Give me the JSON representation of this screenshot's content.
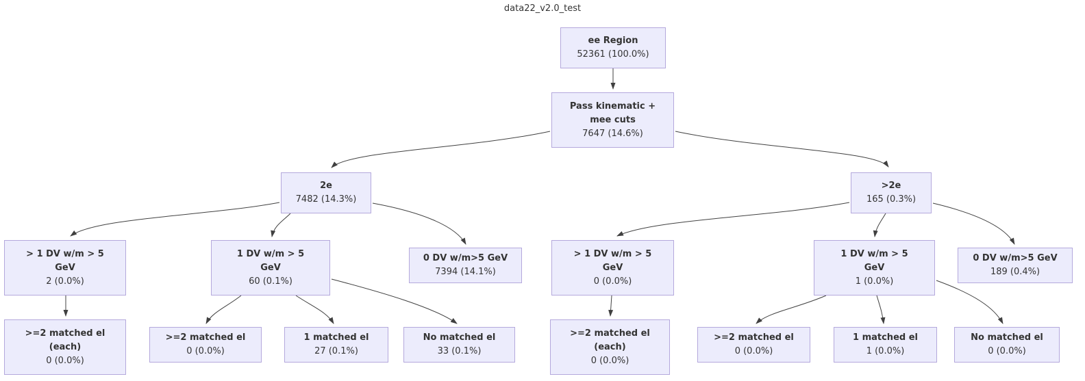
{
  "title": "data22_v2.0_test",
  "colors": {
    "background": "#ffffff",
    "node_fill": "#ececfc",
    "node_border": "#b4a8dc",
    "edge": "#404040",
    "text": "#333333"
  },
  "nodes": [
    {
      "id": "ee-region",
      "label": "ee Region",
      "count": "52361 (100.0%)"
    },
    {
      "id": "pass-kinematic",
      "label": "Pass kinematic +\nmee cuts",
      "count": "7647 (14.6%)"
    },
    {
      "id": "2e",
      "label": "2e",
      "count": "7482 (14.3%)"
    },
    {
      "id": "gt-2e",
      "label": ">2e",
      "count": "165 (0.3%)"
    },
    {
      "id": "l-gt1-dv",
      "label": "> 1 DV w/m > 5\nGeV",
      "count": "2 (0.0%)"
    },
    {
      "id": "l-1-dv",
      "label": "1 DV w/m > 5\nGeV",
      "count": "60 (0.1%)"
    },
    {
      "id": "l-0-dv",
      "label": "0 DV w/m>5 GeV",
      "count": "7394 (14.1%)"
    },
    {
      "id": "r-gt1-dv",
      "label": "> 1 DV w/m > 5\nGeV",
      "count": "0 (0.0%)"
    },
    {
      "id": "r-1-dv",
      "label": "1 DV w/m > 5\nGeV",
      "count": "1 (0.0%)"
    },
    {
      "id": "r-0-dv",
      "label": "0 DV w/m>5 GeV",
      "count": "189 (0.4%)"
    },
    {
      "id": "l-ge2-matched-each",
      "label": ">=2 matched el\n(each)",
      "count": "0 (0.0%)"
    },
    {
      "id": "l-ge2-matched",
      "label": ">=2 matched el",
      "count": "0 (0.0%)"
    },
    {
      "id": "l-1-matched",
      "label": "1 matched el",
      "count": "27 (0.1%)"
    },
    {
      "id": "l-no-matched",
      "label": "No matched el",
      "count": "33 (0.1%)"
    },
    {
      "id": "r-ge2-matched-each",
      "label": ">=2 matched el\n(each)",
      "count": "0 (0.0%)"
    },
    {
      "id": "r-ge2-matched",
      "label": ">=2 matched el",
      "count": "0 (0.0%)"
    },
    {
      "id": "r-1-matched",
      "label": "1 matched el",
      "count": "1 (0.0%)"
    },
    {
      "id": "r-no-matched",
      "label": "No matched el",
      "count": "0 (0.0%)"
    }
  ],
  "edges": [
    {
      "from": "ee-region",
      "to": "pass-kinematic"
    },
    {
      "from": "pass-kinematic",
      "to": "2e"
    },
    {
      "from": "pass-kinematic",
      "to": "gt-2e"
    },
    {
      "from": "2e",
      "to": "l-gt1-dv"
    },
    {
      "from": "2e",
      "to": "l-1-dv"
    },
    {
      "from": "2e",
      "to": "l-0-dv"
    },
    {
      "from": "gt-2e",
      "to": "r-gt1-dv"
    },
    {
      "from": "gt-2e",
      "to": "r-1-dv"
    },
    {
      "from": "gt-2e",
      "to": "r-0-dv"
    },
    {
      "from": "l-gt1-dv",
      "to": "l-ge2-matched-each"
    },
    {
      "from": "l-1-dv",
      "to": "l-ge2-matched"
    },
    {
      "from": "l-1-dv",
      "to": "l-1-matched"
    },
    {
      "from": "l-1-dv",
      "to": "l-no-matched"
    },
    {
      "from": "r-gt1-dv",
      "to": "r-ge2-matched-each"
    },
    {
      "from": "r-1-dv",
      "to": "r-ge2-matched"
    },
    {
      "from": "r-1-dv",
      "to": "r-1-matched"
    },
    {
      "from": "r-1-dv",
      "to": "r-no-matched"
    }
  ]
}
